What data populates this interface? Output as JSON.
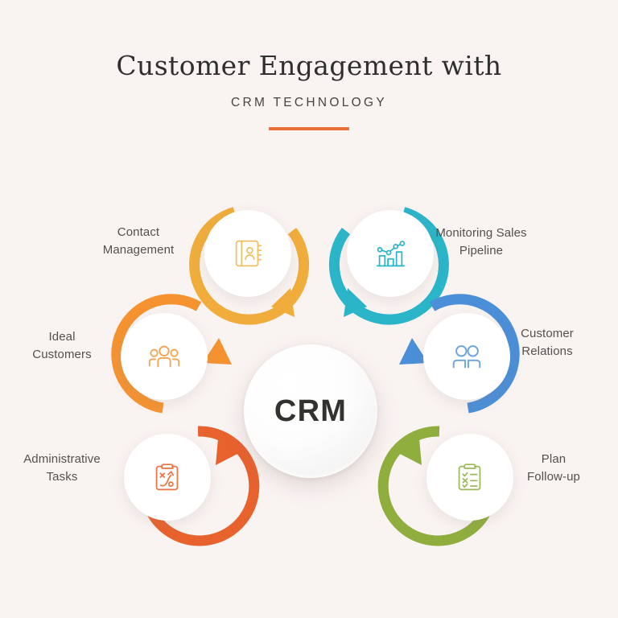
{
  "header": {
    "title": "Customer Engagement with",
    "subtitle": "CRM TECHNOLOGY",
    "accent_color": "#e8703a"
  },
  "background_color": "#f9f3f2",
  "hub": {
    "label": "CRM",
    "text_color": "#34322f"
  },
  "nodes": [
    {
      "id": "contact-management",
      "label_line1": "Contact",
      "label_line2": "Management",
      "color": "#f0ad3c",
      "icon": "address-book-icon",
      "position": "top-left"
    },
    {
      "id": "monitoring-sales-pipeline",
      "label_line1": "Monitoring Sales",
      "label_line2": "Pipeline",
      "color": "#2bb5c9",
      "icon": "bar-chart-trend-icon",
      "position": "top-right"
    },
    {
      "id": "customer-relations",
      "label_line1": "Customer",
      "label_line2": "Relations",
      "color": "#4a8fd8",
      "icon": "two-people-icon",
      "position": "right"
    },
    {
      "id": "plan-follow-up",
      "label_line1": "Plan",
      "label_line2": "Follow-up",
      "color": "#8fae3e",
      "icon": "clipboard-checklist-icon",
      "position": "bottom-right"
    },
    {
      "id": "administrative-tasks",
      "label_line1": "Administrative",
      "label_line2": "Tasks",
      "color": "#e8622e",
      "icon": "clipboard-strategy-icon",
      "position": "bottom-left"
    },
    {
      "id": "ideal-customers",
      "label_line1": "Ideal",
      "label_line2": "Customers",
      "color": "#f59331",
      "icon": "three-people-icon",
      "position": "left"
    }
  ]
}
